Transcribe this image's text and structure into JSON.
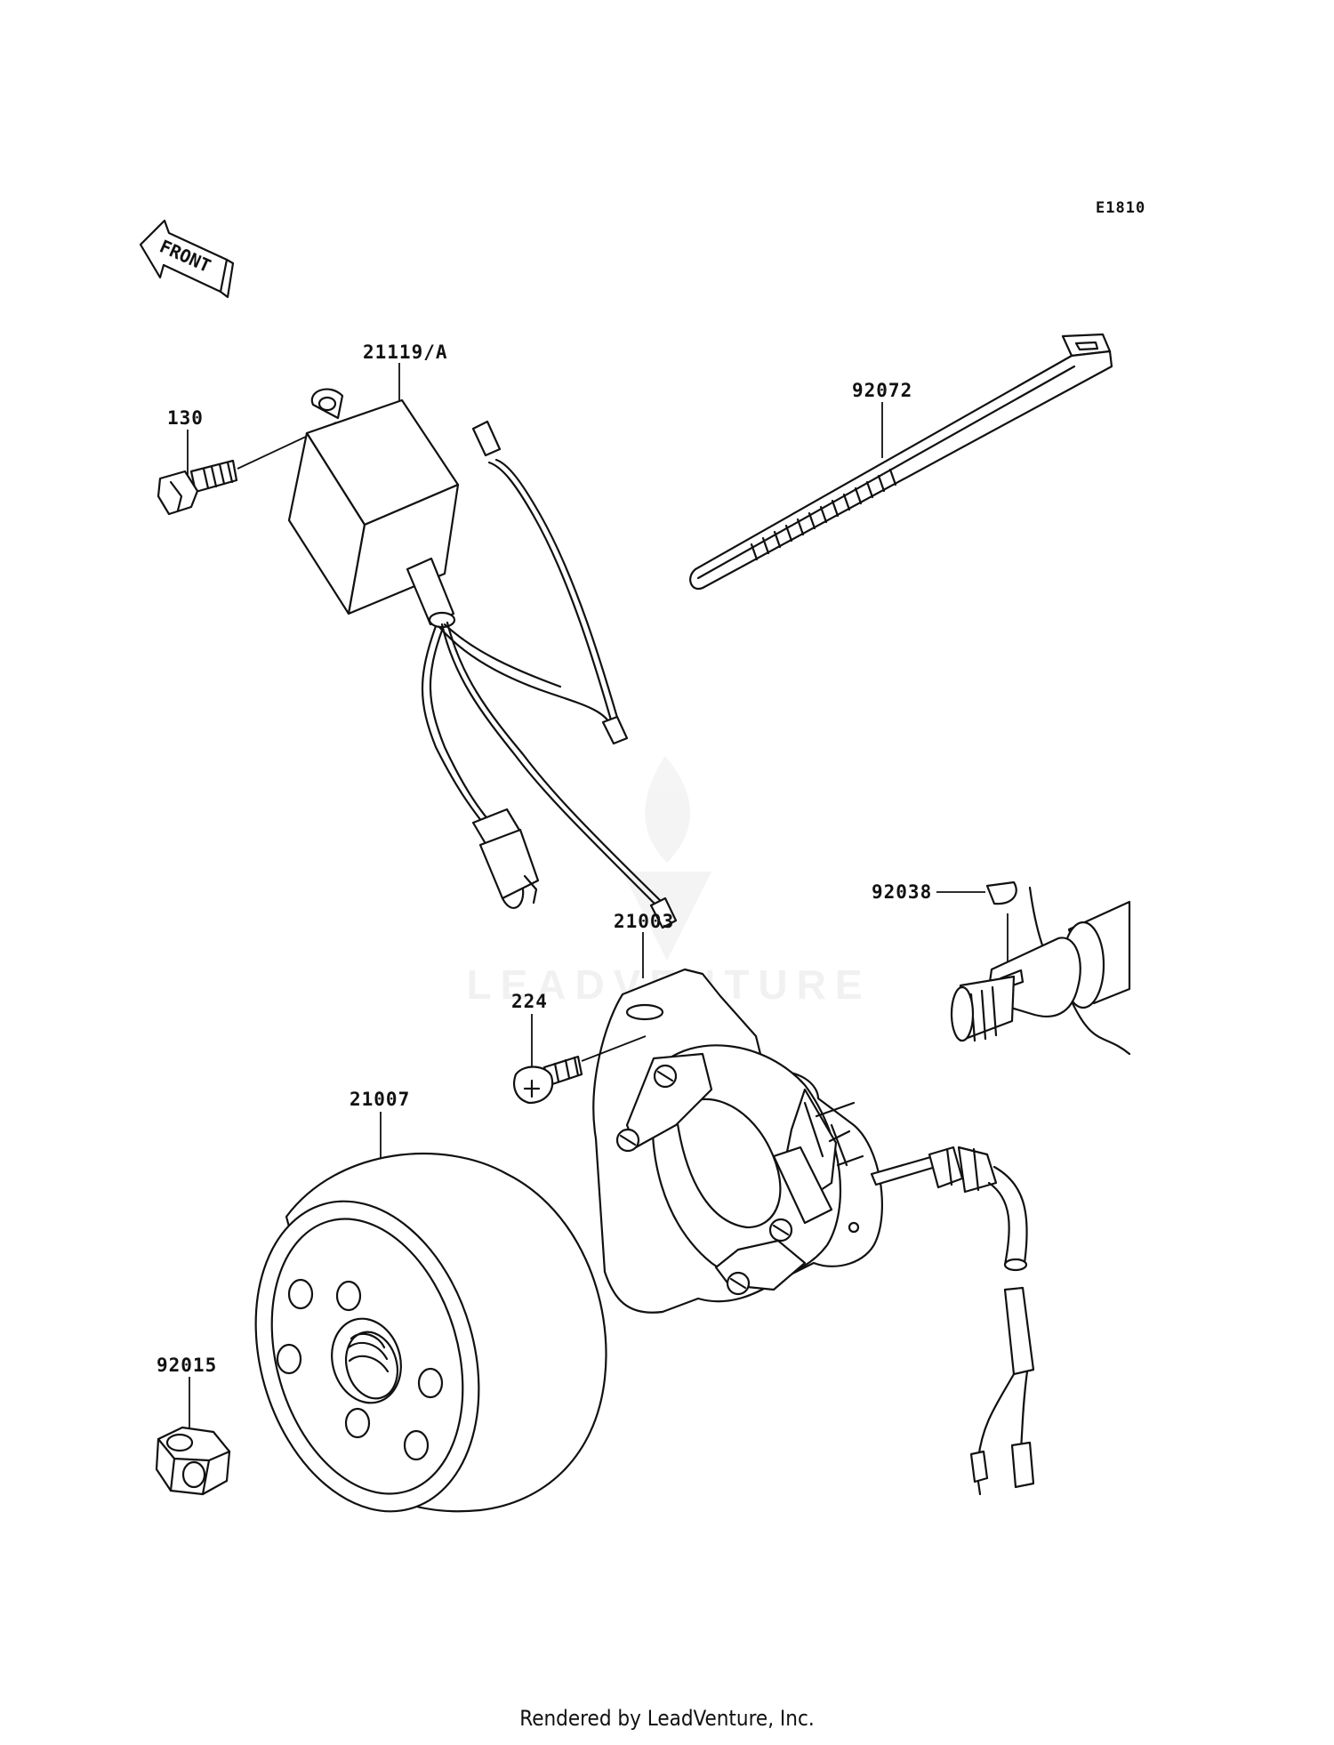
{
  "diagram": {
    "code": "E1810",
    "front_label": "FRONT",
    "watermark": "LEADVENTURE",
    "parts": [
      {
        "id": "cdi-unit",
        "number": "21119/A"
      },
      {
        "id": "bolt",
        "number": "130"
      },
      {
        "id": "cable-tie",
        "number": "92072"
      },
      {
        "id": "woodruff-key",
        "number": "92038"
      },
      {
        "id": "stator",
        "number": "21003"
      },
      {
        "id": "screw",
        "number": "224"
      },
      {
        "id": "flywheel",
        "number": "21007"
      },
      {
        "id": "nut",
        "number": "92015"
      }
    ]
  },
  "footer": {
    "text": "Rendered by LeadVenture, Inc."
  }
}
